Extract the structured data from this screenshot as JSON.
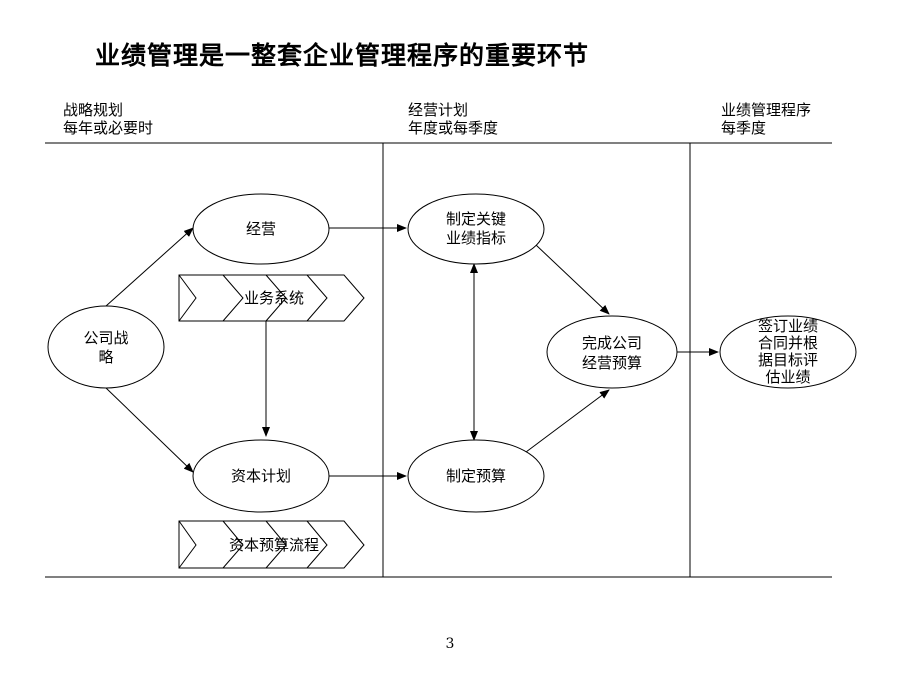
{
  "title": "业绩管理是一整套企业管理程序的重要环节",
  "columns": [
    {
      "name": "战略规划",
      "frequency": "每年或必要时"
    },
    {
      "name": "经营计划",
      "frequency": "年度或每季度"
    },
    {
      "name": "业绩管理程序",
      "frequency": "每季度"
    }
  ],
  "nodes": {
    "company_strategy": [
      "公司战",
      "略"
    ],
    "operations": [
      "经营"
    ],
    "capital_plan": [
      "资本计划"
    ],
    "set_kpi": [
      "制定关键",
      "业绩指标"
    ],
    "set_budget": [
      "制定预算"
    ],
    "complete_budget": [
      "完成公司",
      "经营预算"
    ],
    "sign_contract": [
      "签订业绩",
      "合同并根",
      "据目标评",
      "估业绩"
    ]
  },
  "processes": {
    "business_system": "业务系统",
    "capital_budget_flow": "资本预算流程"
  },
  "page_number": "3"
}
